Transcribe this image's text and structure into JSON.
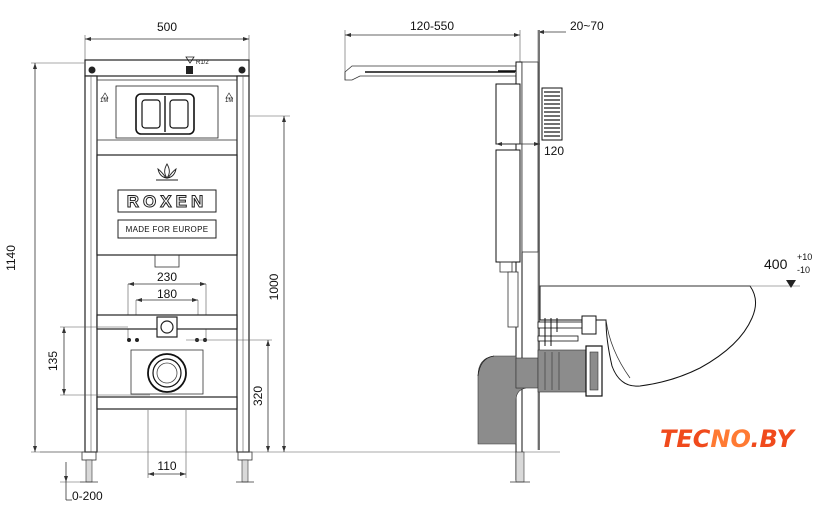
{
  "dimensions": {
    "width_total": "500",
    "height_total": "1140",
    "height_flush": "1000",
    "height_drain": "320",
    "width_studs_outer": "230",
    "width_studs_inner": "180",
    "height_studs": "135",
    "width_drain": "110",
    "adjust_feet": "0-200",
    "depth_range": "120-550",
    "wall_gap": "20~70",
    "frame_depth": "120",
    "seat_height_main": "400",
    "seat_tol_plus": "+10",
    "seat_tol_minus": "-10",
    "inlet_label": "R1/2",
    "level_mark": "1M"
  },
  "panel": {
    "brand": "ROXEN",
    "tagline": "MADE FOR EUROPE"
  },
  "watermark": {
    "part1": "TEC",
    "part2": "NO",
    "part3": ".BY"
  },
  "colors": {
    "line": "#333333",
    "accent": "#f04a1c",
    "grey": "#8c8c8c"
  }
}
